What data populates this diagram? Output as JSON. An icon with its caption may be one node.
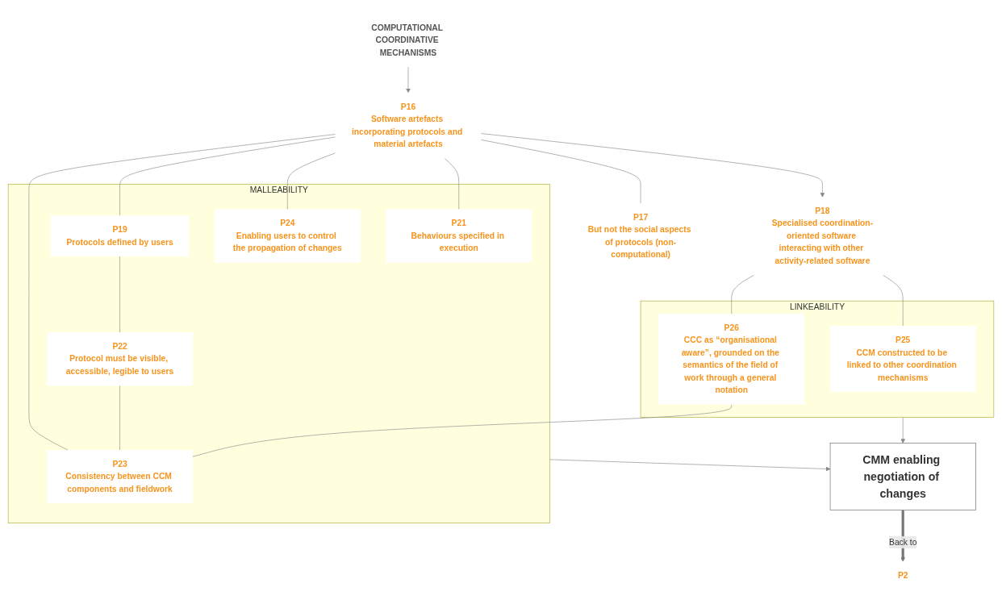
{
  "diagram": {
    "nodes": [
      {
        "text": [
          "COMPUTATIONAL COORDINATIVE MECHANISMS"
        ]
      },
      {
        "text": [
          "P16",
          "Software artefacts incorporating protocols and material artefacts"
        ]
      },
      {
        "text": [
          "P18",
          "Specialised coordination-oriented software interacting with other activity-related software"
        ]
      },
      {
        "text": [
          "P17",
          "But not the social aspects of protocols (non-computational)"
        ]
      },
      {
        "text": [
          "MALLEABILITY"
        ]
      },
      {
        "text": [
          "P21",
          "Behaviours specified in execution"
        ],
        "in": 4
      },
      {
        "text": [
          "P19",
          "Protocols defined by users"
        ],
        "in": 4
      },
      {
        "text": [
          "P24",
          "Enabling users to control the propagation of changes"
        ],
        "in": 4
      },
      {
        "text": [
          "P22",
          "Protocol must be visible, accessible, legible to users"
        ],
        "in": 4
      },
      {
        "text": [
          "P23",
          "Consistency between CCM components and fieldwork"
        ],
        "in": 4
      },
      {
        "text": [
          "LINKEABILITY"
        ]
      },
      {
        "text": [
          "P25",
          "CCM constructed to be linked to other coordination mechanisms"
        ],
        "in": 10
      },
      {
        "text": [
          "P26",
          "CCC as “organisational aware”, grounded on the semantics of the field of work through a general notation"
        ],
        "in": 10
      },
      {
        "text": [
          "CMM enabling negotiation of changes"
        ]
      },
      {
        "text": [
          "P2"
        ]
      }
    ],
    "edges": [
      {
        "from": 0,
        "to": 1,
        "arrow": "to"
      },
      {
        "from": 1,
        "to": 2,
        "arrow": "to"
      },
      {
        "from": 1,
        "to": 3,
        "arrow": "none"
      },
      {
        "from": 1,
        "to": 6,
        "arrow": "none"
      },
      {
        "from": 1,
        "to": 9,
        "arrow": "none"
      },
      {
        "from": 1,
        "to": 7,
        "arrow": "none"
      },
      {
        "from": 1,
        "to": 5,
        "arrow": "none"
      },
      {
        "from": 6,
        "to": 8,
        "arrow": "none"
      },
      {
        "from": 8,
        "to": 9,
        "arrow": "none"
      },
      {
        "from": 2,
        "to": 11,
        "arrow": "none"
      },
      {
        "from": 2,
        "to": 12,
        "arrow": "none"
      },
      {
        "from": 12,
        "to": 9,
        "arrow": "none"
      },
      {
        "from": 4,
        "to": 13,
        "arrow": "to"
      },
      {
        "from": 10,
        "to": 13,
        "arrow": "to"
      },
      {
        "from": 13,
        "to": 14,
        "label": "Back to",
        "arrow": "to",
        "style": "thick"
      }
    ]
  }
}
